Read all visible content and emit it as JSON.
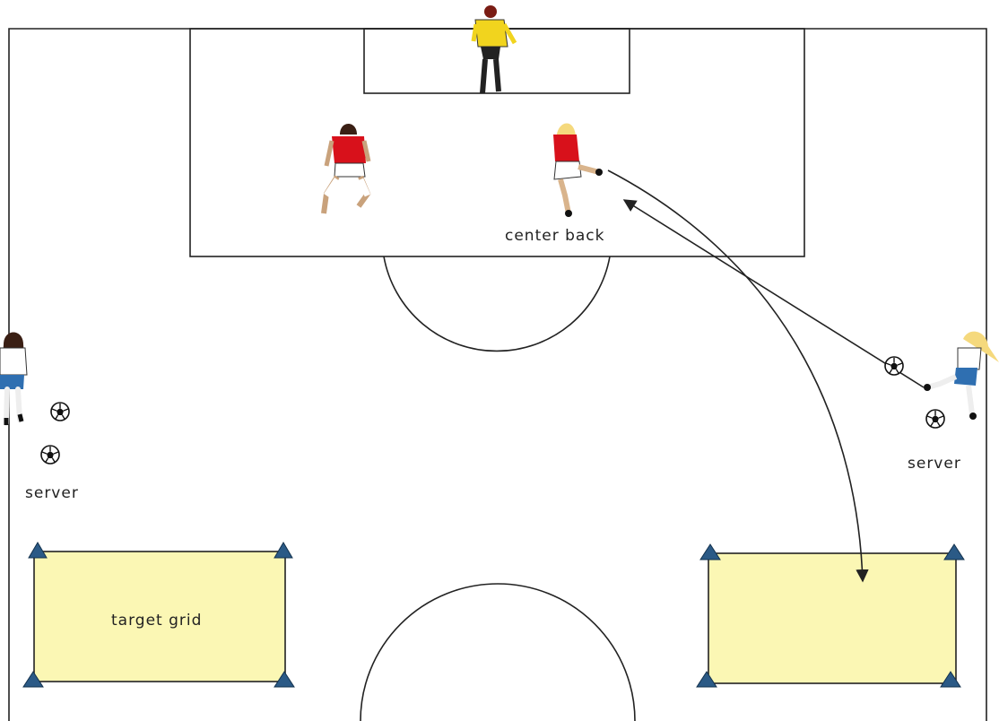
{
  "labels": {
    "center_back": "center back",
    "server_left": "server",
    "server_right": "server",
    "target_grid": "target grid"
  },
  "colors": {
    "field_lines": "#222222",
    "target_grid_fill": "#fbf7b4",
    "cone": "#2b5a86",
    "red_jersey": "#d8111b",
    "goalkeeper_jersey": "#f1d41e",
    "server_shorts": "#2f6fb1"
  },
  "icons": {
    "goalkeeper": "goalkeeper-icon",
    "defender": "defender-icon",
    "center_back": "center-back-player-icon",
    "server": "server-player-icon",
    "ball": "soccer-ball-icon",
    "cone": "cone-icon"
  }
}
